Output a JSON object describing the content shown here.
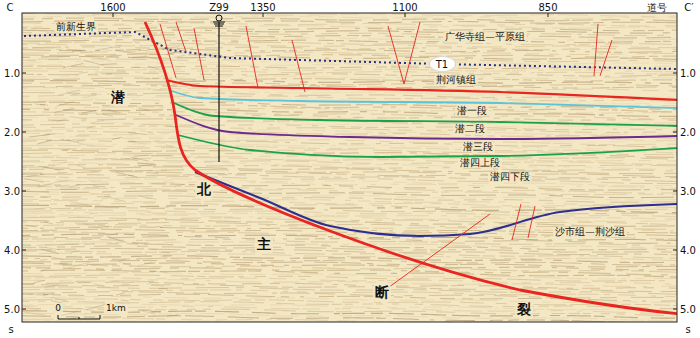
{
  "diagram": {
    "nodes": [
      {
        "text": [
          "T1"
        ]
      }
    ],
    "labels": [
      "C",
      "1600",
      "Z99",
      "1350",
      "1100",
      "850",
      "道号",
      "C′",
      "前新生界",
      "广华寺组—平原组",
      "荆河镇组",
      "潜一段",
      "潜二段",
      "潜三段",
      "潜四上段",
      "潜四下段",
      "沙市组—荆沙组",
      "潜",
      "北",
      "主",
      "断",
      "裂",
      "1.0",
      "2.0",
      "3.0",
      "4.0",
      "5.0",
      "s",
      "1.0",
      "2.0",
      "3.0",
      "4.0",
      "5.0",
      "s",
      "0",
      "1km"
    ]
  }
}
